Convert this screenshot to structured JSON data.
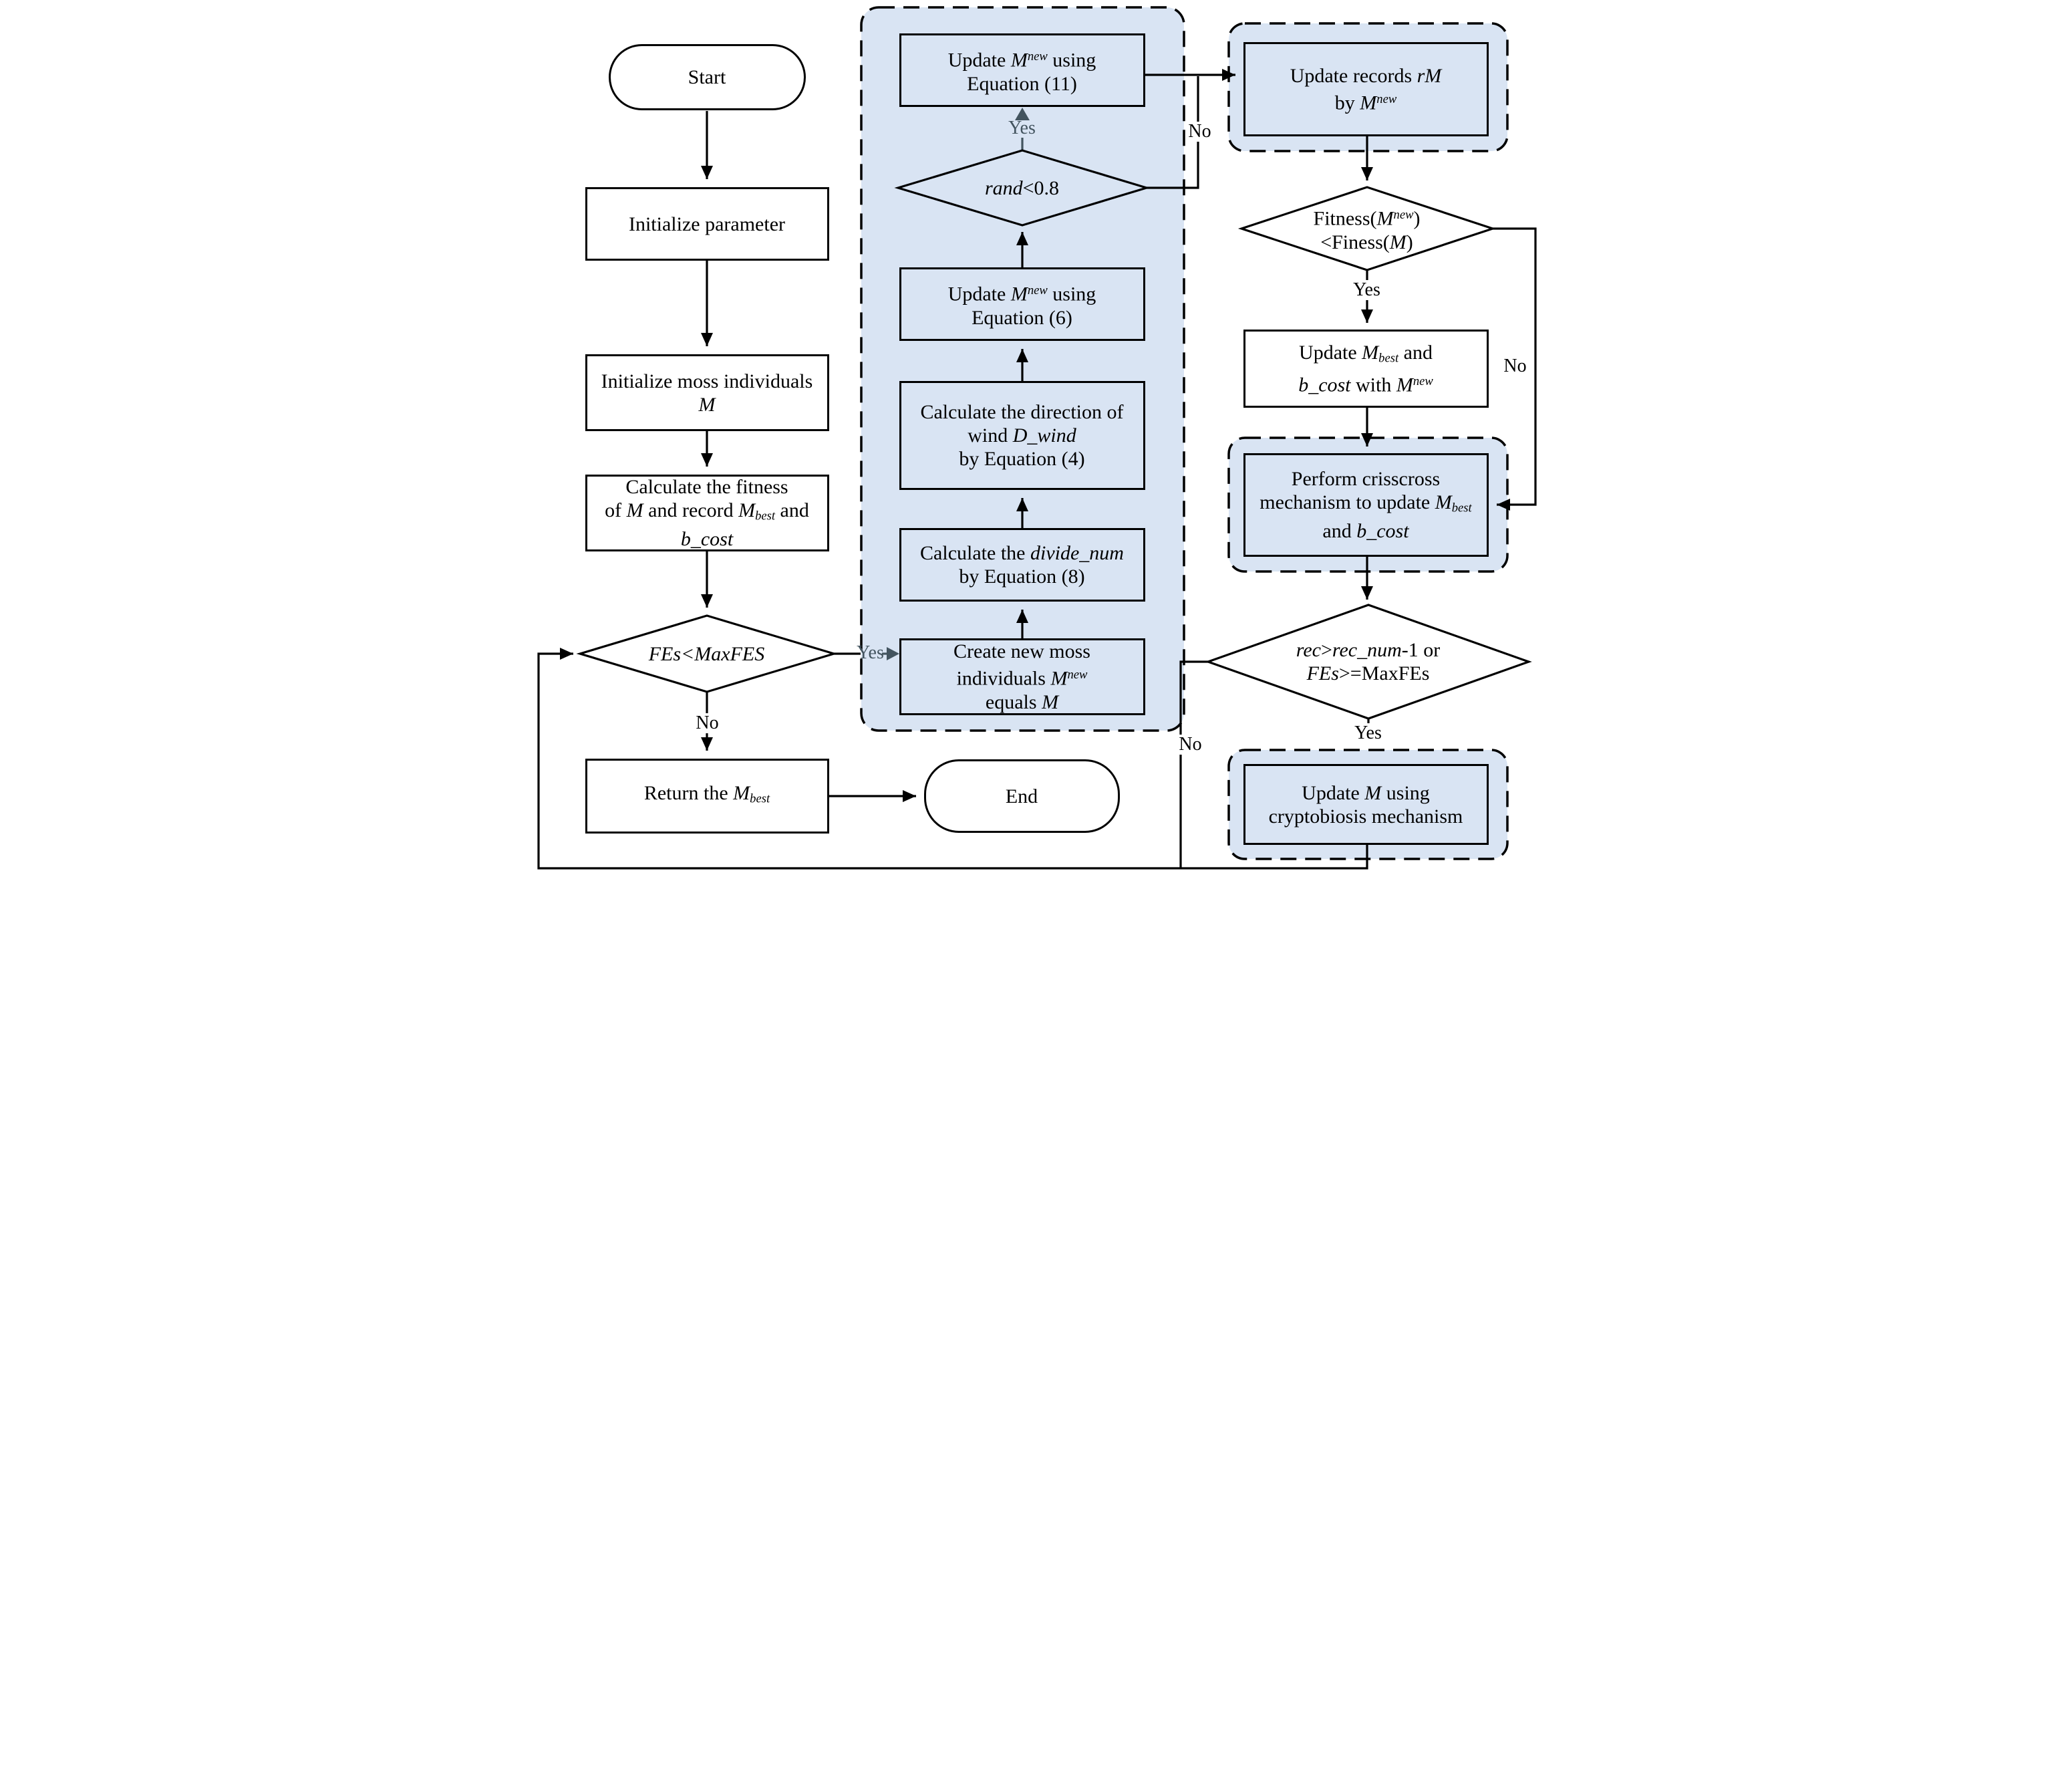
{
  "colors": {
    "group_fill": "#d9e4f3",
    "line": "#000000",
    "slate_accent": "#43545f",
    "node_white": "#ffffff"
  },
  "nodes": {
    "start": {
      "lines": [
        [
          {
            "t": "Start"
          }
        ]
      ]
    },
    "init_param": {
      "lines": [
        [
          {
            "t": "Initialize parameter"
          }
        ]
      ]
    },
    "init_moss": {
      "lines": [
        [
          {
            "t": "Initialize moss individuals"
          }
        ],
        [
          {
            "t": "M",
            "i": 1
          }
        ]
      ]
    },
    "calc_fitness": {
      "lines": [
        [
          {
            "t": "Calculate the fitness"
          }
        ],
        [
          {
            "t": "of "
          },
          {
            "t": "M",
            "i": 1
          },
          {
            "t": " and record "
          },
          {
            "t": "M",
            "i": 1
          },
          {
            "t": "best",
            "sub": 1
          },
          {
            "t": " and"
          }
        ],
        [
          {
            "t": "b_cost",
            "i": 1
          }
        ]
      ]
    },
    "fes_check": {
      "lines": [
        [
          {
            "t": "FEs<MaxFES",
            "i": 1
          }
        ]
      ]
    },
    "return_best": {
      "lines": [
        [
          {
            "t": "Return the "
          },
          {
            "t": "M",
            "i": 1
          },
          {
            "t": "best",
            "sub": 1
          }
        ]
      ]
    },
    "end": {
      "lines": [
        [
          {
            "t": "End"
          }
        ]
      ]
    },
    "create_moss": {
      "lines": [
        [
          {
            "t": "Create new moss"
          }
        ],
        [
          {
            "t": "individuals "
          },
          {
            "t": "M",
            "i": 1
          },
          {
            "t": "new",
            "sup": 1
          }
        ],
        [
          {
            "t": "equals "
          },
          {
            "t": "M",
            "i": 1
          }
        ]
      ]
    },
    "divide_num": {
      "lines": [
        [
          {
            "t": "Calculate the "
          },
          {
            "t": "divide_num",
            "i": 1
          }
        ],
        [
          {
            "t": "by Equation (8)"
          }
        ]
      ]
    },
    "wind_dir": {
      "lines": [
        [
          {
            "t": "Calculate the direction of"
          }
        ],
        [
          {
            "t": "wind "
          },
          {
            "t": "D_wind",
            "i": 1
          }
        ],
        [
          {
            "t": "by Equation (4)"
          }
        ]
      ]
    },
    "update_eq6": {
      "lines": [
        [
          {
            "t": "Update "
          },
          {
            "t": "M",
            "i": 1
          },
          {
            "t": "new",
            "sup": 1
          },
          {
            "t": " using"
          }
        ],
        [
          {
            "t": "Equation (6)"
          }
        ]
      ]
    },
    "rand_check": {
      "lines": [
        [
          {
            "t": "rand",
            "i": 1
          },
          {
            "t": "<0.8"
          }
        ]
      ]
    },
    "update_eq11": {
      "lines": [
        [
          {
            "t": "Update "
          },
          {
            "t": "M",
            "i": 1
          },
          {
            "t": "new",
            "sup": 1
          },
          {
            "t": " using"
          }
        ],
        [
          {
            "t": "Equation (11)"
          }
        ]
      ]
    },
    "update_records": {
      "lines": [
        [
          {
            "t": "Update records "
          },
          {
            "t": "rM",
            "i": 1
          }
        ],
        [
          {
            "t": "by "
          },
          {
            "t": "M",
            "i": 1
          },
          {
            "t": "new",
            "sup": 1
          }
        ]
      ]
    },
    "fitness_check": {
      "lines": [
        [
          {
            "t": "Fitness("
          },
          {
            "t": "M",
            "i": 1
          },
          {
            "t": "new",
            "sup": 1
          },
          {
            "t": ")"
          }
        ],
        [
          {
            "t": "<Finess("
          },
          {
            "t": "M",
            "i": 1
          },
          {
            "t": ")"
          }
        ]
      ]
    },
    "update_best": {
      "lines": [
        [
          {
            "t": "Update "
          },
          {
            "t": "M",
            "i": 1
          },
          {
            "t": "best",
            "sub": 1
          },
          {
            "t": " and"
          }
        ],
        [
          {
            "t": "b_cost",
            "i": 1
          },
          {
            "t": " with "
          },
          {
            "t": "M",
            "i": 1
          },
          {
            "t": "new",
            "sup": 1
          }
        ]
      ]
    },
    "crisscross": {
      "lines": [
        [
          {
            "t": "Perform crisscross"
          }
        ],
        [
          {
            "t": "mechanism to update "
          },
          {
            "t": "M",
            "i": 1
          },
          {
            "t": "best",
            "sub": 1
          }
        ],
        [
          {
            "t": "and "
          },
          {
            "t": "b_cost",
            "i": 1
          }
        ]
      ]
    },
    "rec_check": {
      "lines": [
        [
          {
            "t": "rec",
            "i": 1
          },
          {
            "t": ">"
          },
          {
            "t": "rec_num",
            "i": 1
          },
          {
            "t": "-1 or"
          }
        ],
        [
          {
            "t": "FEs",
            "i": 1
          },
          {
            "t": ">="
          },
          {
            "t": "MaxFEs"
          }
        ]
      ]
    },
    "cryptobiosis": {
      "lines": [
        [
          {
            "t": "Update "
          },
          {
            "t": "M",
            "i": 1
          },
          {
            "t": " using"
          }
        ],
        [
          {
            "t": "cryptobiosis mechanism"
          }
        ]
      ]
    }
  },
  "edge_labels": {
    "fes_no": "No",
    "fes_yes": "Yes",
    "rand_yes": "Yes",
    "rand_no": "No",
    "fitness_yes": "Yes",
    "fitness_no": "No",
    "rec_yes": "Yes",
    "rec_no": "No"
  }
}
